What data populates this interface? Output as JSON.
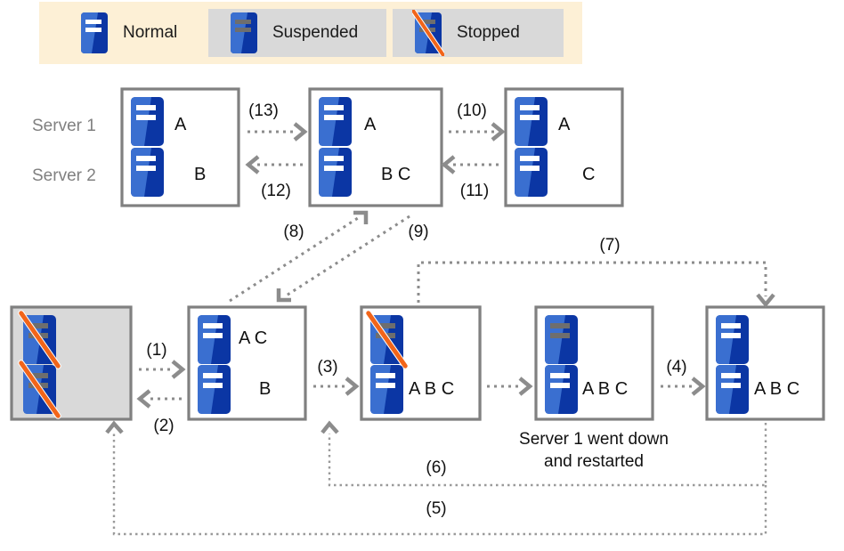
{
  "legend": {
    "items": [
      {
        "label": "Normal",
        "state": "normal",
        "icon": "server-normal-icon",
        "chip": false
      },
      {
        "label": "Suspended",
        "state": "suspended",
        "icon": "server-suspended-icon",
        "chip": true
      },
      {
        "label": "Stopped",
        "state": "stopped",
        "icon": "server-stopped-icon",
        "chip": true
      }
    ],
    "background": "#fdf0d6",
    "chip_background": "#d9d9d9"
  },
  "row_labels": {
    "server1": "Server 1",
    "server2": "Server 2"
  },
  "colors": {
    "server_light_blue": "#3a6fd0",
    "server_dark_blue": "#0b36a4",
    "bar_white": "#ffffff",
    "bar_gray": "#6e6e6e",
    "slash_orange": "#f2651a",
    "box_border": "#808080",
    "box_gray_fill": "#d9d9d9",
    "arrow_gray": "#8c8c8c",
    "label_gray": "#808080",
    "text_black": "#111111"
  },
  "top_row": {
    "boxes": [
      {
        "name": "top-box-1",
        "server1": {
          "state": "normal",
          "items": "A"
        },
        "server2": {
          "state": "normal",
          "items": "B",
          "offset": true
        }
      },
      {
        "name": "top-box-2",
        "server1": {
          "state": "normal",
          "items": "A"
        },
        "server2": {
          "state": "normal",
          "items": "B C",
          "offset": true
        }
      },
      {
        "name": "top-box-3",
        "server1": {
          "state": "normal",
          "items": "A"
        },
        "server2": {
          "state": "normal",
          "items": "C",
          "offset": true
        }
      }
    ]
  },
  "bottom_row": {
    "boxes": [
      {
        "name": "bottom-box-1",
        "fill": "gray",
        "server1": {
          "state": "stopped",
          "items": ""
        },
        "server2": {
          "state": "stopped",
          "items": ""
        }
      },
      {
        "name": "bottom-box-2",
        "fill": "white",
        "server1": {
          "state": "normal",
          "items": "A    C"
        },
        "server2": {
          "state": "normal",
          "items": "B",
          "offset": true
        }
      },
      {
        "name": "bottom-box-3",
        "fill": "split",
        "server1": {
          "state": "stopped",
          "items": ""
        },
        "server2": {
          "state": "normal",
          "items": "A B C"
        }
      },
      {
        "name": "bottom-box-4",
        "fill": "white",
        "server1": {
          "state": "suspended",
          "items": ""
        },
        "server2": {
          "state": "normal",
          "items": "A B C"
        }
      },
      {
        "name": "bottom-box-5",
        "fill": "white",
        "server1": {
          "state": "normal",
          "items": ""
        },
        "server2": {
          "state": "normal",
          "items": "A B C"
        }
      }
    ]
  },
  "transitions": [
    {
      "id": "(1)",
      "name": "transition-1"
    },
    {
      "id": "(2)",
      "name": "transition-2"
    },
    {
      "id": "(3)",
      "name": "transition-3"
    },
    {
      "id": "(4)",
      "name": "transition-4"
    },
    {
      "id": "(5)",
      "name": "transition-5"
    },
    {
      "id": "(6)",
      "name": "transition-6"
    },
    {
      "id": "(7)",
      "name": "transition-7"
    },
    {
      "id": "(8)",
      "name": "transition-8"
    },
    {
      "id": "(9)",
      "name": "transition-9"
    },
    {
      "id": "(10)",
      "name": "transition-10"
    },
    {
      "id": "(11)",
      "name": "transition-11"
    },
    {
      "id": "(12)",
      "name": "transition-12"
    },
    {
      "id": "(13)",
      "name": "transition-13"
    }
  ],
  "notes": {
    "server1_restart_line1": "Server 1 went down",
    "server1_restart_line2": "and restarted"
  }
}
